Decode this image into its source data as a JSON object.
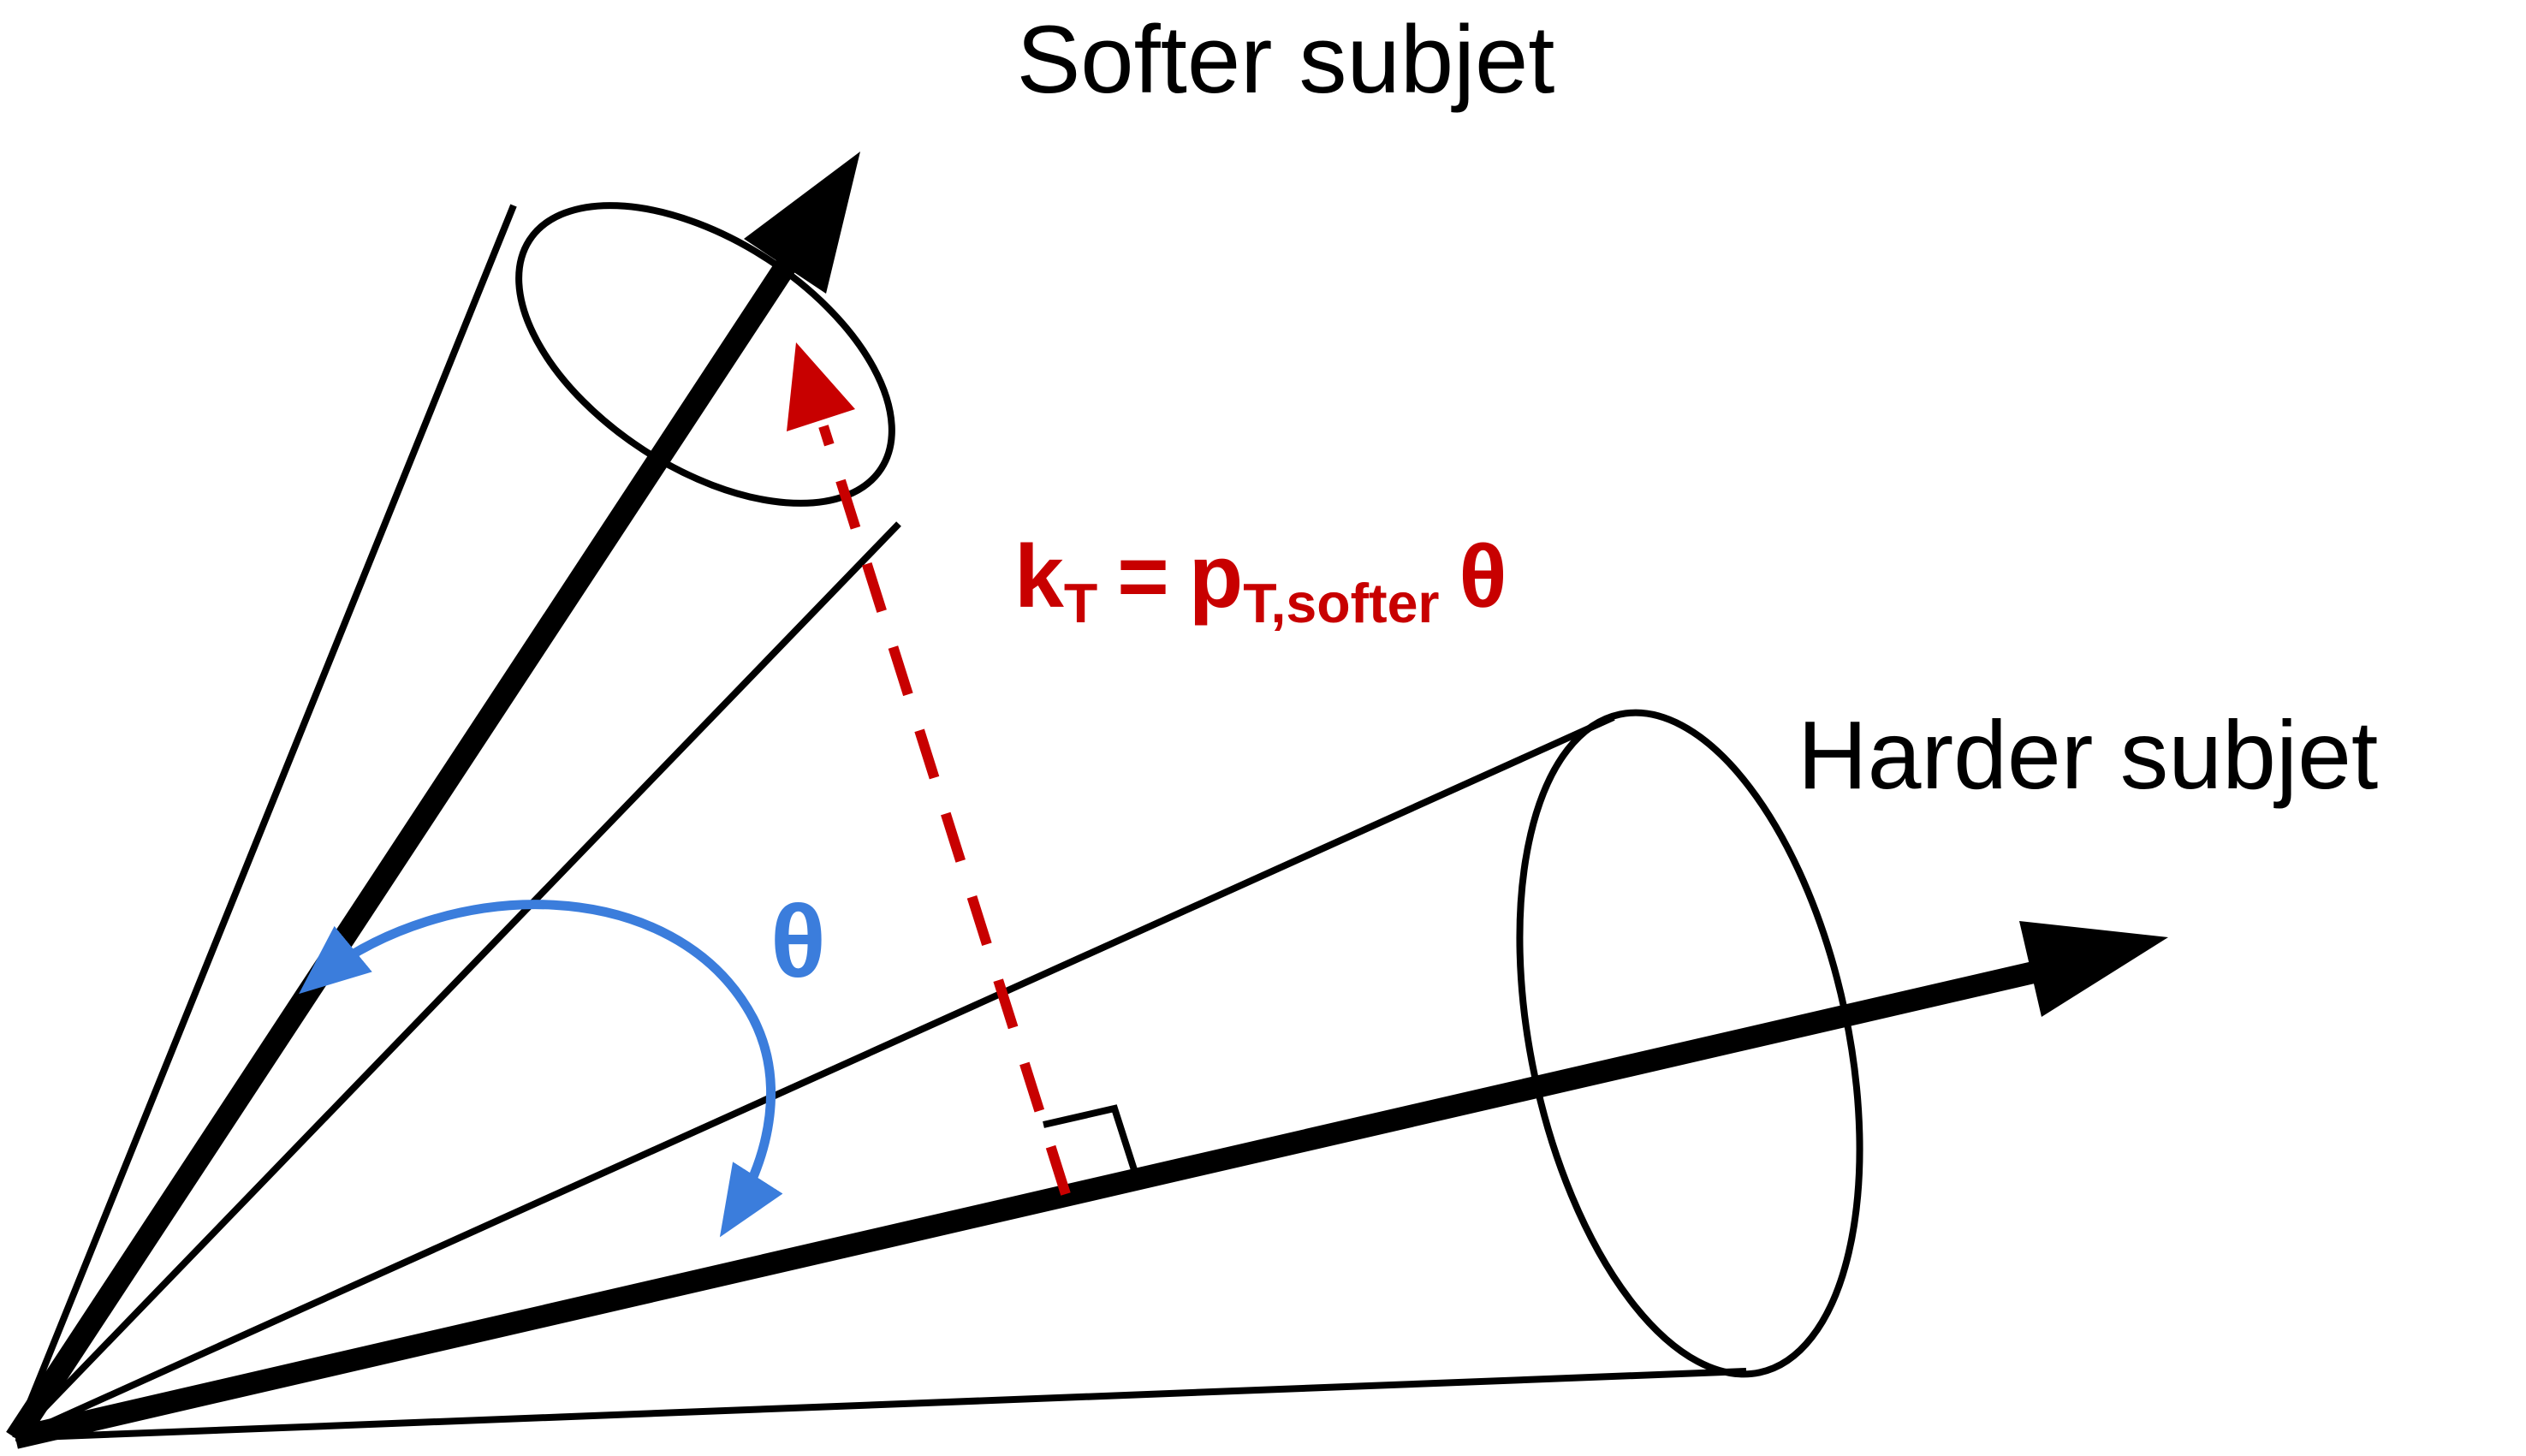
{
  "diagram": {
    "softer_jet_label": "Softer subjet",
    "harder_jet_label": "Harder subjet",
    "angle_label": "θ",
    "formula": {
      "lhs": "k",
      "lhs_sub": "T",
      "equals": "=",
      "rhs": "p",
      "rhs_sub": "T,softer",
      "rhs_factor": "θ"
    },
    "colors": {
      "red": "#c80000",
      "blue": "#3b7ddc",
      "line": "#000000",
      "background": "#ffffff"
    }
  }
}
